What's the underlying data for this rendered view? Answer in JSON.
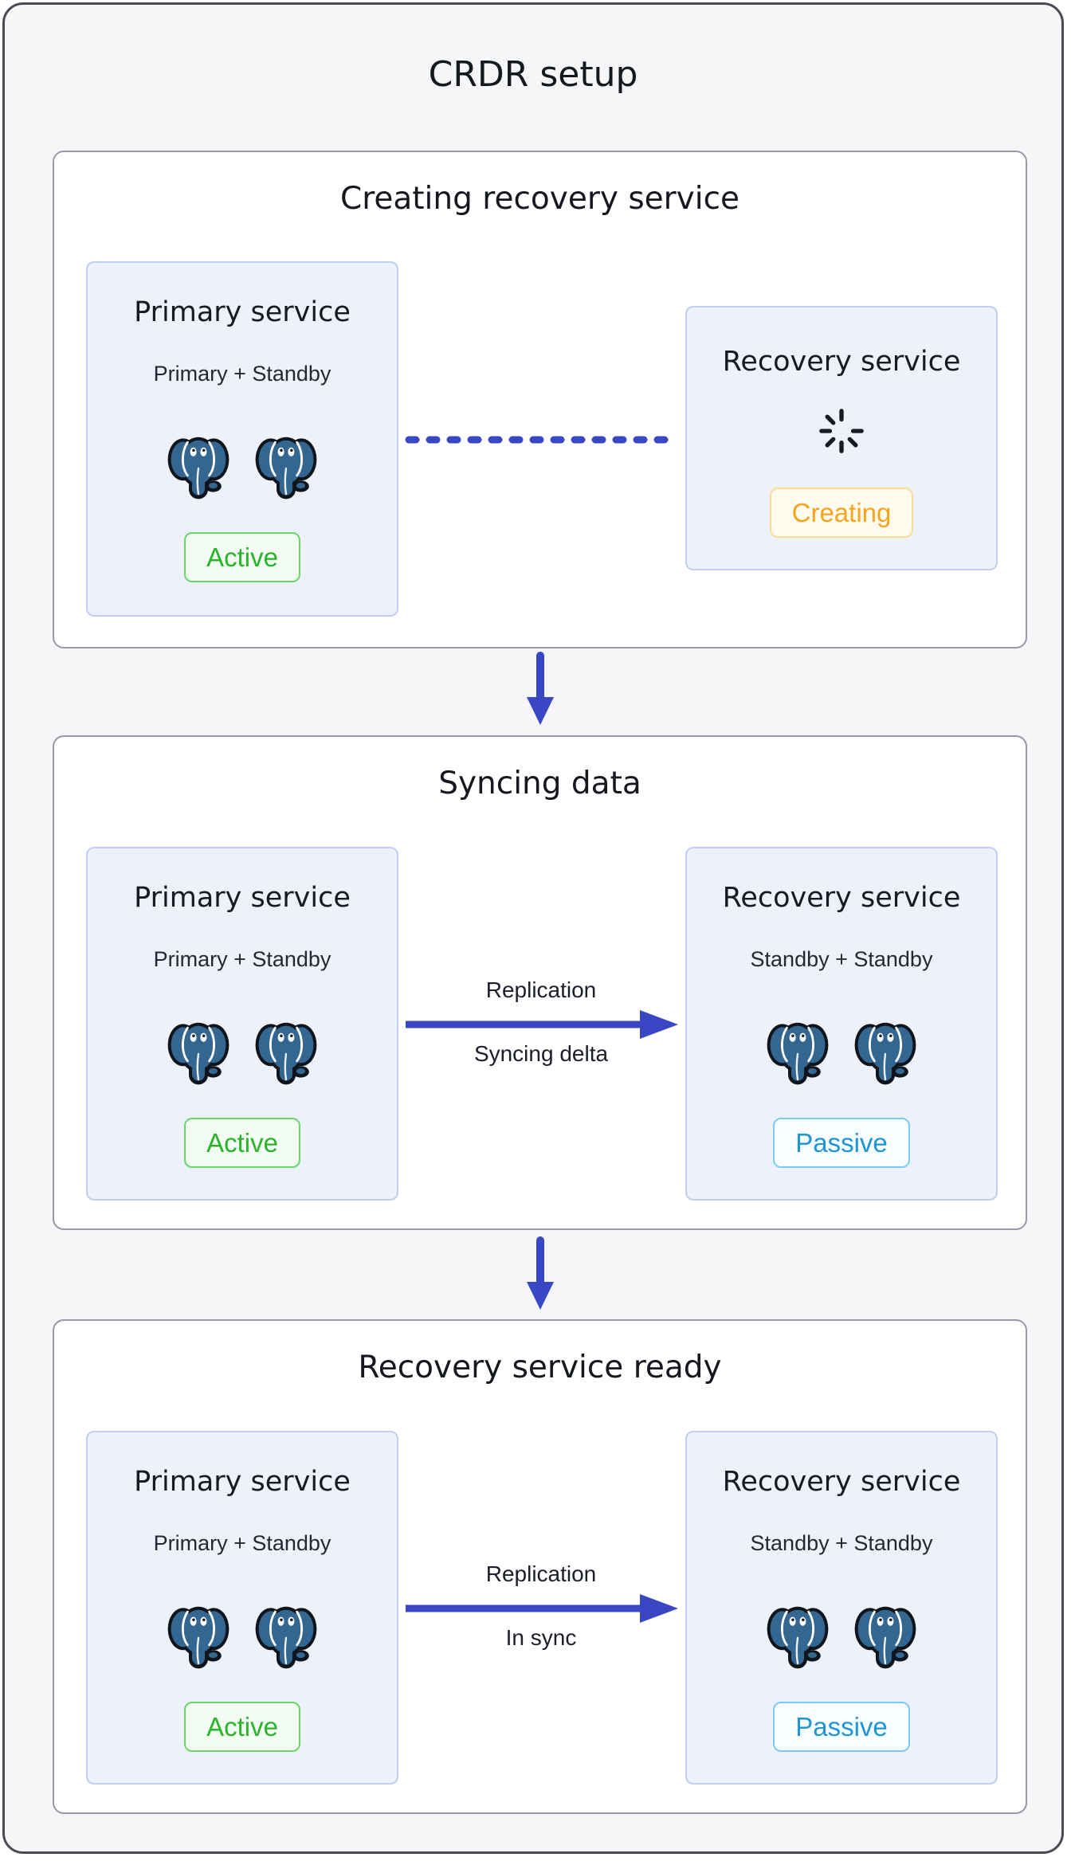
{
  "title": "CRDR setup",
  "colors": {
    "accent_blue": "#3a47c4",
    "postgres_blue": "#336791",
    "active_green": "#2cb32c",
    "creating_orange": "#f6a41d",
    "passive_blue": "#2095d6",
    "card_bg": "#ffffff",
    "service_box_bg": "#edf1fc",
    "page_bg": "#f5f6f8"
  },
  "icons": {
    "service_instance": "postgres-elephant-icon",
    "recovery_pending": "loading-spinner-icon",
    "stage_flow": "arrow-down-icon",
    "replication": "arrow-right-icon",
    "pending_link": "dashed-line-icon"
  },
  "sections": [
    {
      "title": "Creating recovery service",
      "connector": {
        "type": "dashed-line"
      },
      "primary": {
        "title": "Primary service",
        "subtitle": "Primary + Standby",
        "status": "Active",
        "instances": 2
      },
      "recovery": {
        "title": "Recovery service",
        "status": "Creating",
        "spinner": true
      }
    },
    {
      "title": "Syncing data",
      "connector": {
        "type": "arrow",
        "label_top": "Replication",
        "label_bottom": "Syncing delta"
      },
      "primary": {
        "title": "Primary service",
        "subtitle": "Primary + Standby",
        "status": "Active",
        "instances": 2
      },
      "recovery": {
        "title": "Recovery service",
        "subtitle": "Standby + Standby",
        "status": "Passive",
        "instances": 2
      }
    },
    {
      "title": "Recovery service ready",
      "connector": {
        "type": "arrow",
        "label_top": "Replication",
        "label_bottom": "In sync"
      },
      "primary": {
        "title": "Primary service",
        "subtitle": "Primary + Standby",
        "status": "Active",
        "instances": 2
      },
      "recovery": {
        "title": "Recovery service",
        "subtitle": "Standby + Standby",
        "status": "Passive",
        "instances": 2
      }
    }
  ]
}
